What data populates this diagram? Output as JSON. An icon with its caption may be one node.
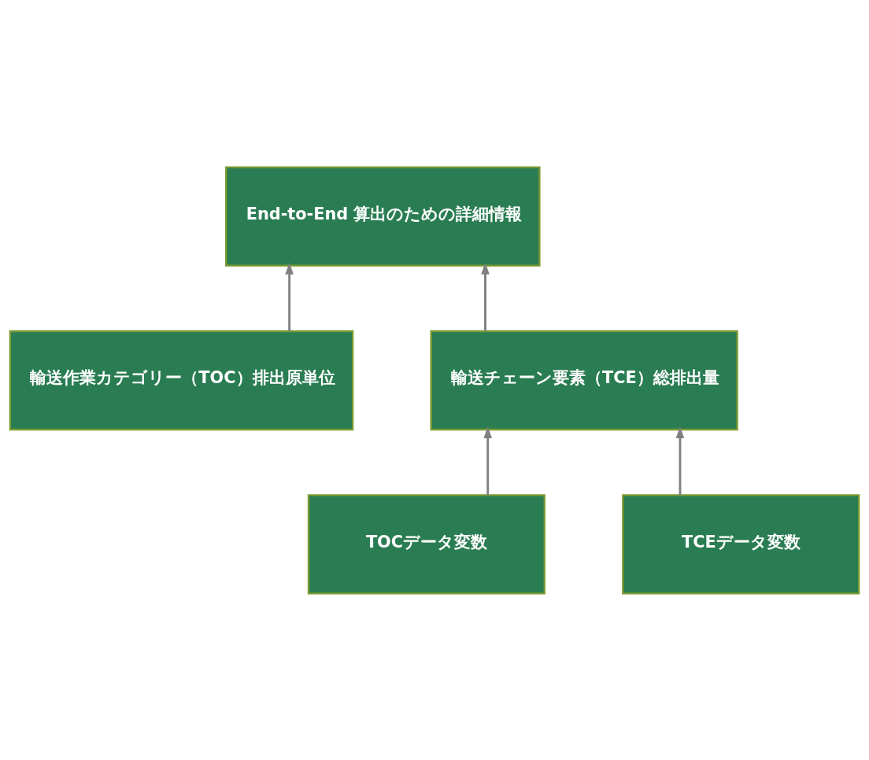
{
  "diagram": {
    "nodes": [
      {
        "text": [
          "End-to-End 算出のための詳細情報"
        ]
      },
      {
        "text": [
          "輸送作業カテゴリー（TOC）排出原単位"
        ]
      },
      {
        "text": [
          "輸送チェーン要素（TCE）総排出量"
        ]
      },
      {
        "text": [
          "TOCデータ変数"
        ]
      },
      {
        "text": [
          "TCEデータ変数"
        ]
      }
    ],
    "edges": [
      {
        "from": 1,
        "to": 0,
        "arrow": "to"
      },
      {
        "from": 2,
        "to": 0,
        "arrow": "to"
      },
      {
        "from": 3,
        "to": 2,
        "arrow": "to"
      },
      {
        "from": 4,
        "to": 2,
        "arrow": "to"
      }
    ]
  }
}
